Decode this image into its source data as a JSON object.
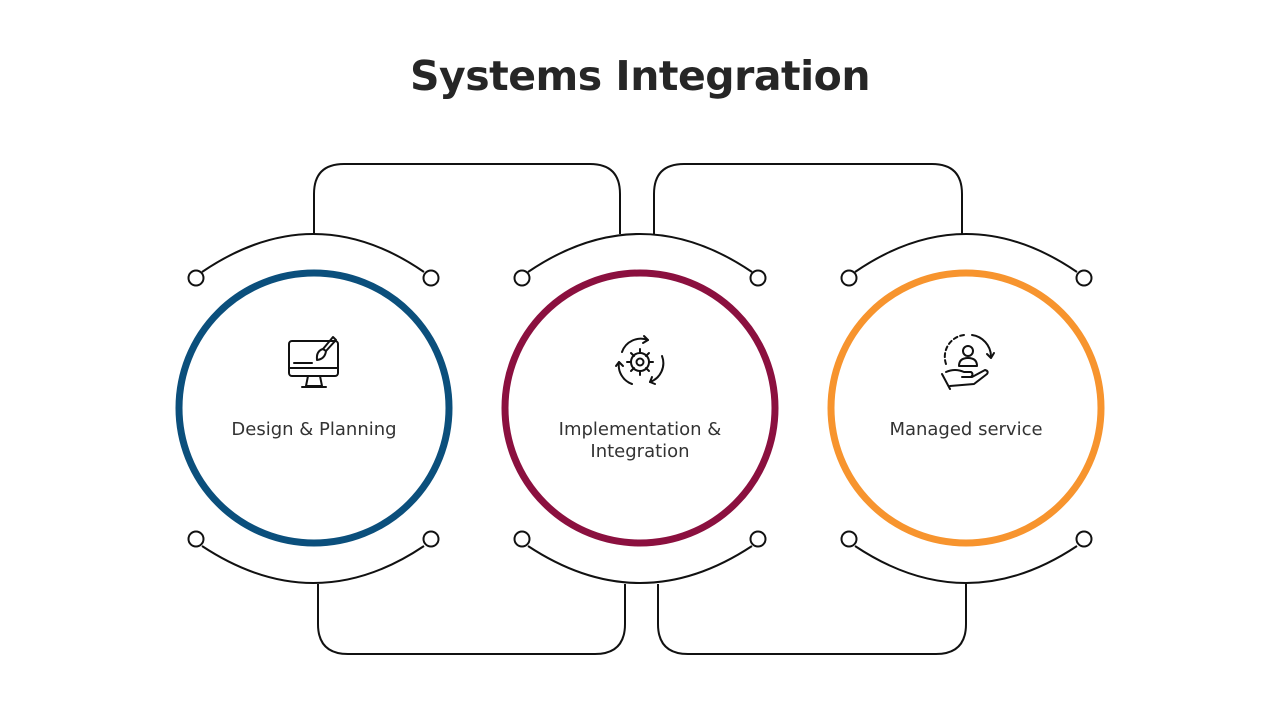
{
  "title": "Systems Integration",
  "steps": [
    {
      "label_lines": [
        "Design & Planning"
      ],
      "icon": "computer-design-icon",
      "color": "#0B4F7C"
    },
    {
      "label_lines": [
        "Implementation &",
        "Integration"
      ],
      "icon": "gear-cycle-icon",
      "color": "#8B103F"
    },
    {
      "label_lines": [
        "Managed service"
      ],
      "icon": "hand-user-service-icon",
      "color": "#F7942E"
    }
  ],
  "line_color": "#111111"
}
